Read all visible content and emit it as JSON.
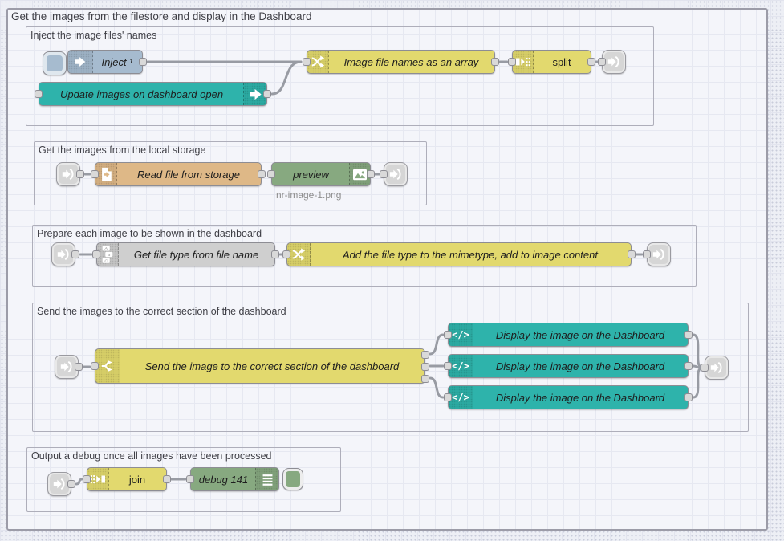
{
  "workspace": {
    "outer_group_label": "Get the images from the filestore and display in the Dashboard"
  },
  "groups": {
    "inject": "Inject the image files' names",
    "storage": "Get the images from the local storage",
    "prepare": "Prepare each image to be shown in the dashboard",
    "send": "Send the images to the correct section of the dashboard",
    "debug": "Output a debug once all images have been processed"
  },
  "nodes": {
    "inject": "Inject ¹",
    "ui_control": "Update images on dashboard open",
    "filenames_function": "Image file names as an array",
    "split": "split",
    "read_file": "Read file from storage",
    "preview": "preview",
    "preview_status": "nr-image-1.png",
    "get_file_type": "Get file type from file name",
    "mimetype_function": "Add the file type to the mimetype, add to image content",
    "switch": "Send the image to the correct section of the dashboard",
    "displays": [
      "Display the image on the Dashboard",
      "Display the image on the Dashboard",
      "Display the image on the Dashboard"
    ],
    "join": "join",
    "debug": "debug 141"
  },
  "colors": {
    "inject_node": "#a6bbcf",
    "function_node": "#e2d96e",
    "dashboard_node": "#2eb3ab",
    "file_node": "#deb887",
    "green_node": "#87a980",
    "gray_node": "#cfcfcf",
    "link_node": "#d6d6d6",
    "wire": "#989ba3"
  }
}
